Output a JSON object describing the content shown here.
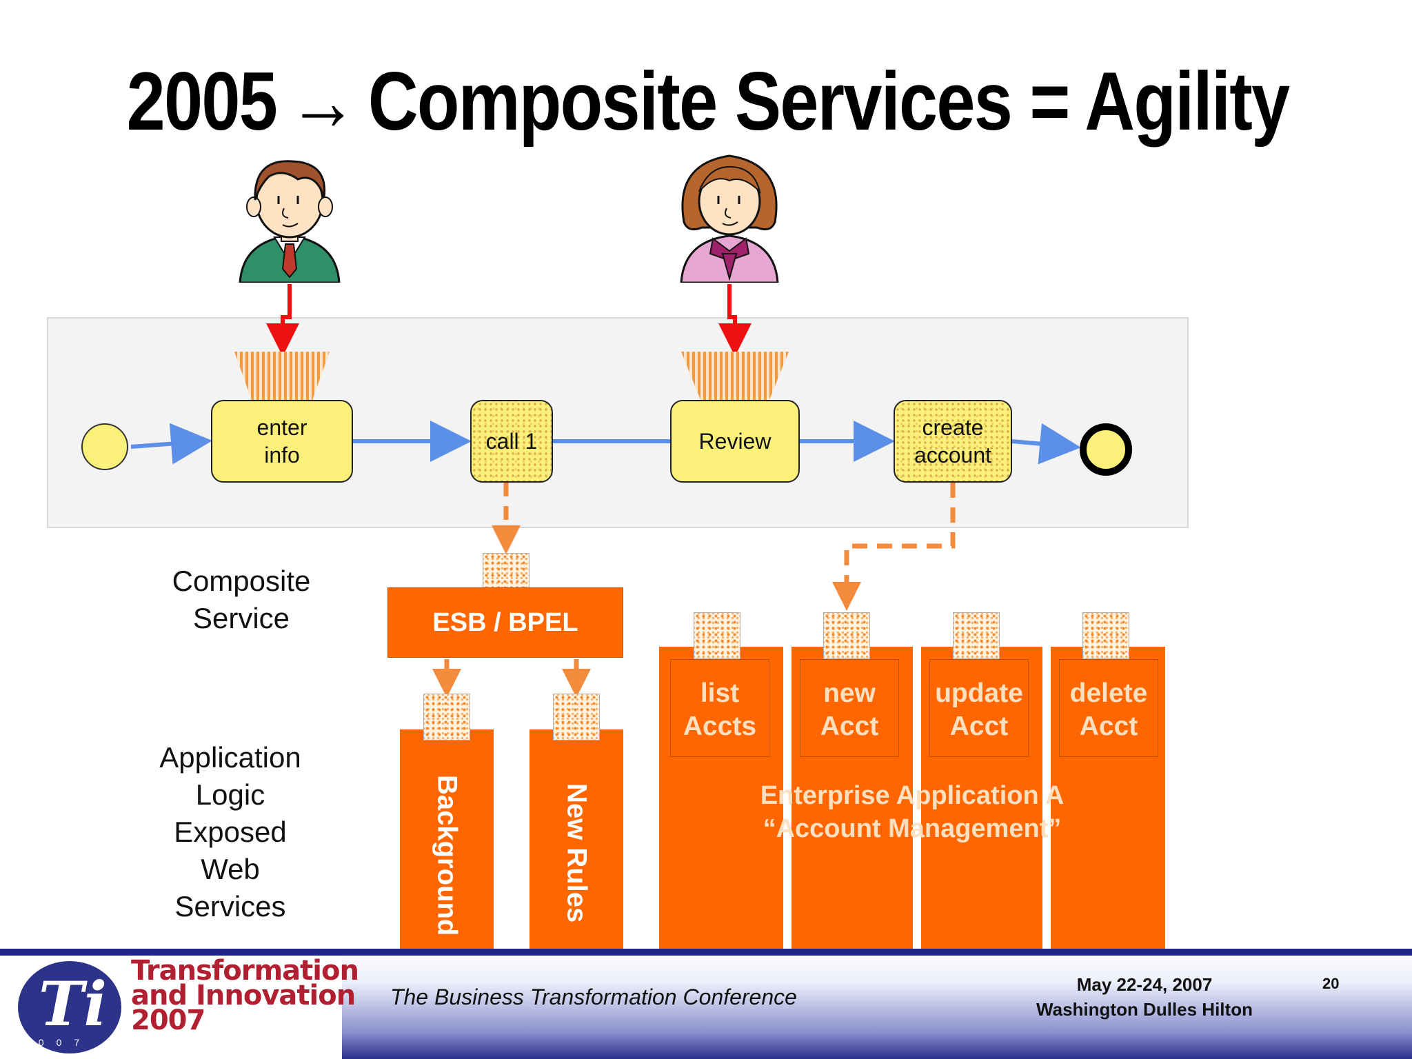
{
  "title": {
    "year": "2005",
    "arrow": "→",
    "text": "Composite Services = Agility"
  },
  "process": {
    "tasks": [
      {
        "id": "enter-info",
        "label": "enter\ninfo"
      },
      {
        "id": "call-1",
        "label": "call 1"
      },
      {
        "id": "review",
        "label": "Review"
      },
      {
        "id": "create-account",
        "label": "create\naccount"
      }
    ]
  },
  "layers": {
    "composite": "Composite\nService",
    "application": "Application\nLogic\nExposed\nWeb\nServices"
  },
  "esb": {
    "label": "ESB / BPEL"
  },
  "services": {
    "background": "Background",
    "new_rules": "New Rules"
  },
  "enterprise_app": {
    "operations": [
      "list\nAccts",
      "new\nAcct",
      "update\nAcct",
      "delete\nAcct"
    ],
    "name_line1": "Enterprise Application A",
    "name_line2": "“Account Management”"
  },
  "footer": {
    "logo_word": "Transformation\nand Innovation\n2007",
    "logo_year": "2007",
    "conference": "The Business Transformation Conference",
    "date": "May 22-24, 2007",
    "venue": "Washington Dulles Hilton",
    "page": "20"
  },
  "colors": {
    "accent_orange": "#ff6600",
    "task_yellow": "#fbf17a",
    "flow_blue": "#5b8fe8",
    "human_red": "#ee1111",
    "footer_navy": "#1e2486"
  }
}
